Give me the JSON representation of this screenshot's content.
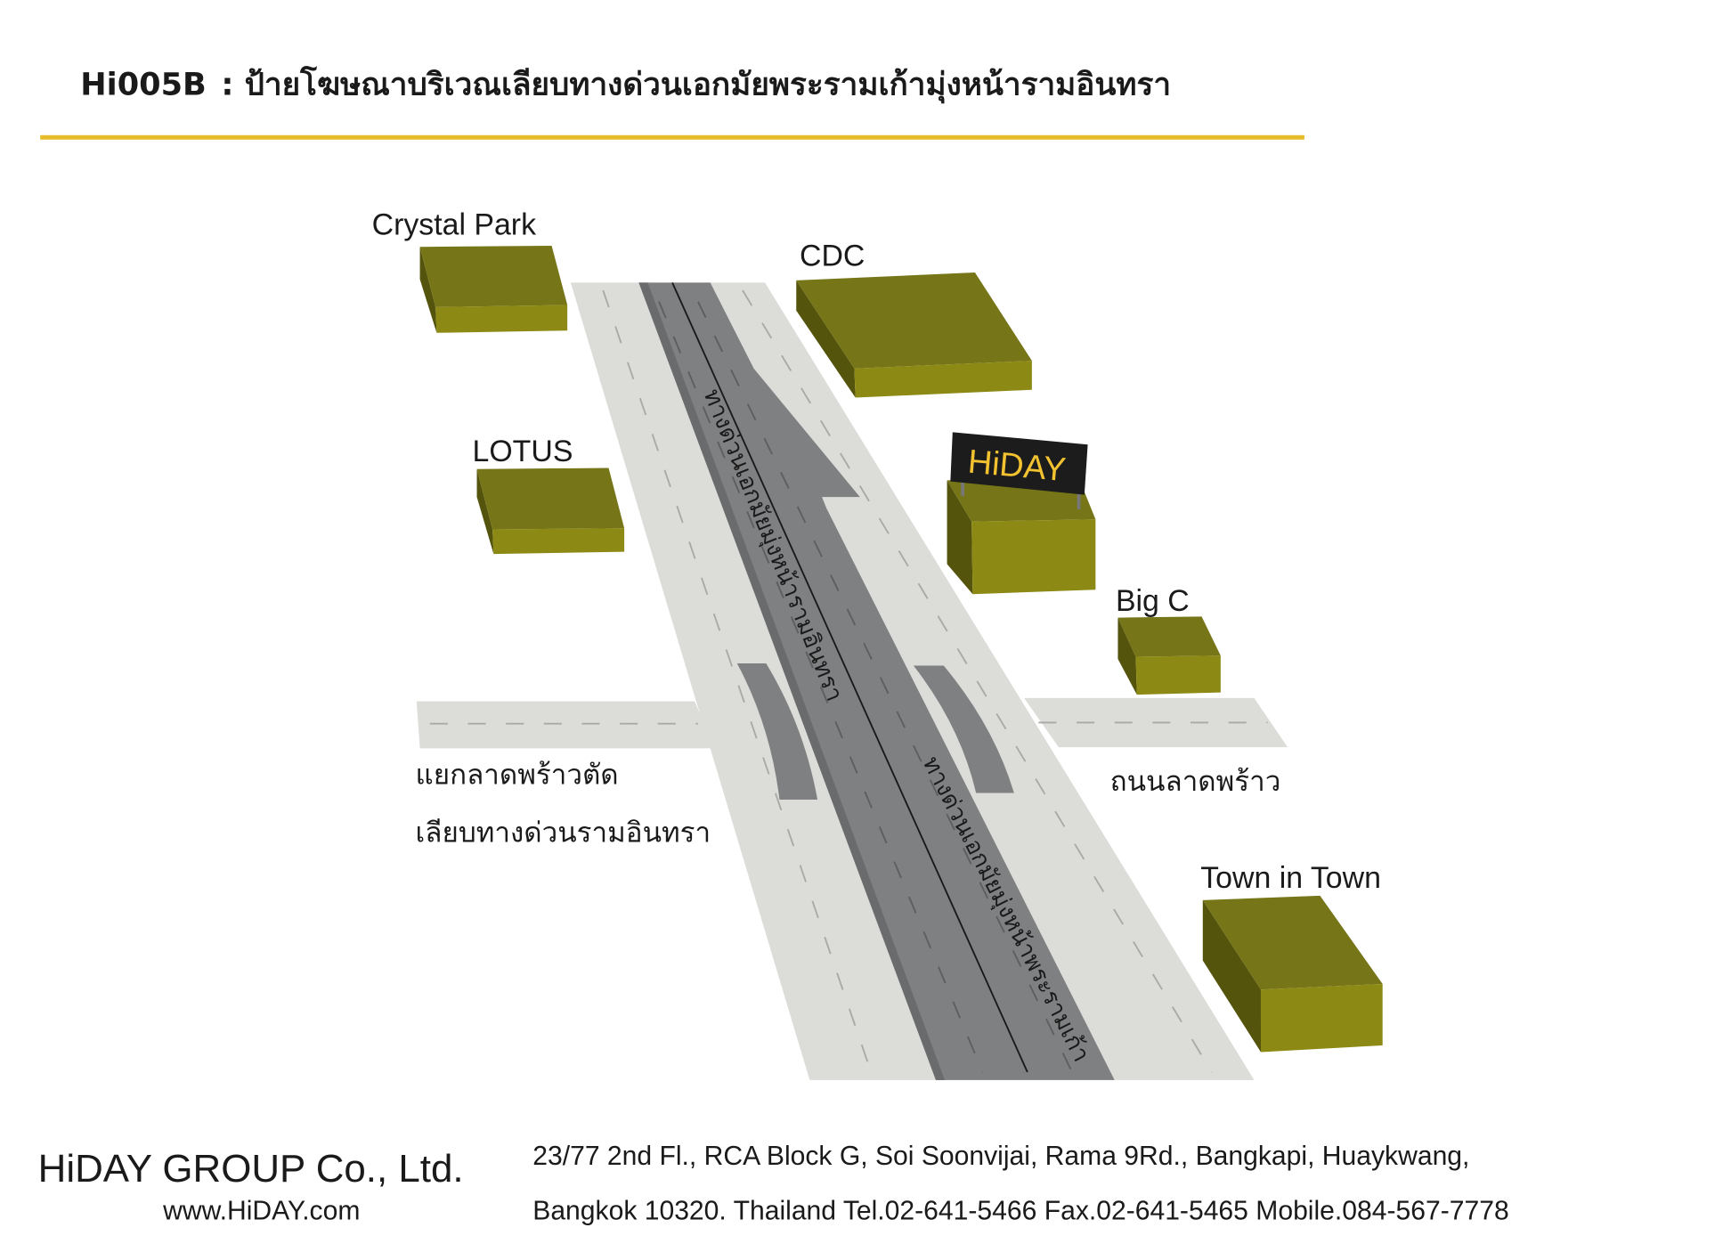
{
  "header": {
    "code": "Hi005B",
    "title": ":  ป้ายโฆษณาบริเวณเลียบทางด่วนเอกมัยพระรามเก้ามุ่งหน้ารามอินทรา",
    "accent_color": "#e8bb2a"
  },
  "map": {
    "landmarks": {
      "crystal_park": "Crystal Park",
      "cdc": "CDC",
      "lotus": "LOTUS",
      "big_c": "Big C",
      "town_in_town": "Town in Town"
    },
    "billboard_label": "HiDAY",
    "billboard_text_color": "#f2c230",
    "roads": {
      "expressway_north": "ทางด่วนเอกมัยมุ่งหน้ารามอินทรา",
      "expressway_south": "ทางด่วนเอกมัยมุ่งหน้าพระรามเก้า",
      "junction_line1": "แยกลาดพร้าวตัด",
      "junction_line2": "เลียบทางด่วนรามอินทรา",
      "lat_phrao": "ถนนลาดพร้าว"
    }
  },
  "footer": {
    "company": "HiDAY GROUP Co., Ltd.",
    "website": "www.HiDAY.com",
    "address_line1": "23/77 2nd Fl., RCA Block G, Soi Soonvijai, Rama 9Rd., Bangkapi, Huaykwang,",
    "address_line2": "Bangkok 10320. Thailand Tel.02-641-5466  Fax.02-641-5465  Mobile.084-567-7778"
  }
}
